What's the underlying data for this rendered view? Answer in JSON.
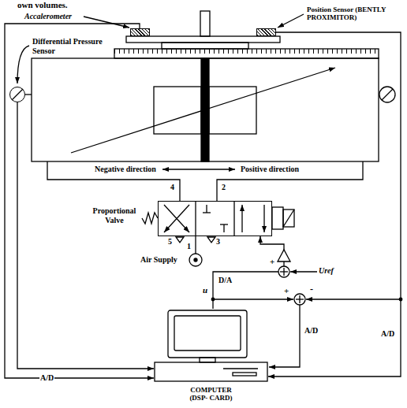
{
  "diagram": {
    "nodes": [
      {
        "text": [
          "Accalerometer"
        ]
      },
      {
        "text": [
          "Position Sensor (BENTLY PROXIMITOR)"
        ]
      },
      {
        "text": [
          "Differential Pressure Sensor"
        ]
      },
      {
        "text": [
          "Proportional Valve"
        ]
      },
      {
        "text": [
          "COMPUTER (DSP- CARD)"
        ]
      }
    ],
    "edges": [
      {
        "from": 0,
        "to": 4,
        "label": "A/D",
        "arrow": "to"
      },
      {
        "from": 2,
        "to": 4,
        "arrow": "to"
      },
      {
        "from": 1,
        "to": 4,
        "label": "A/D",
        "arrow": "to"
      },
      {
        "from": 4,
        "to": 3,
        "label": "D/A",
        "arrow": "to"
      }
    ],
    "labels": [
      "own volumes.",
      "Negative direction",
      "Positive direction",
      "4",
      "2",
      "5",
      "3",
      "1",
      "Air Supply",
      "Uref",
      "+",
      "u",
      "+",
      "-",
      "A/D"
    ]
  }
}
